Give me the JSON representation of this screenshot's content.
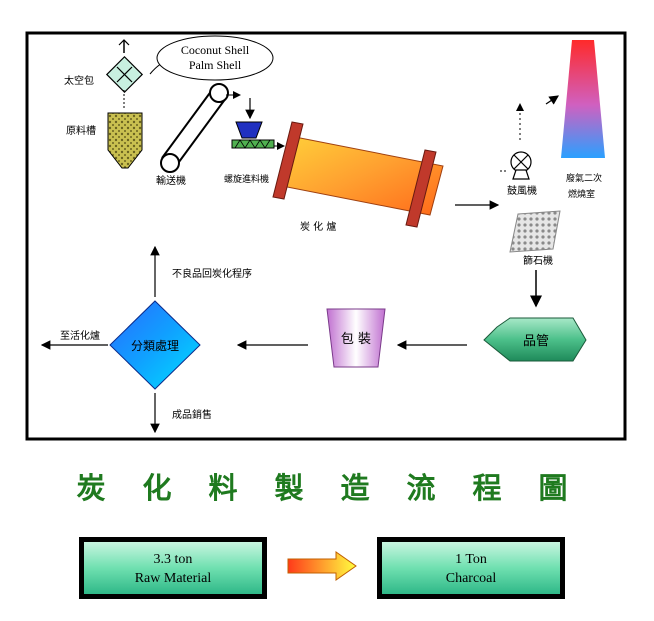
{
  "diagram": {
    "bubble": {
      "line1": "Coconut Shell",
      "line2": "Palm Shell"
    },
    "labels": {
      "bag": "太空包",
      "feed_hopper": "原料槽",
      "conveyor": "輸送機",
      "screw_feeder": "螺旋進料機",
      "kiln": "炭 化 爐",
      "fan": "鼓風機",
      "secondary_chamber_a": "廢氣二次",
      "secondary_chamber_b": "燃燒室",
      "crusher": "篩石機",
      "product_tank": "品管",
      "packaging": "包 裝",
      "sorting": "分類處理",
      "to_activation": "至活化爐",
      "recycle": "不良品回炭化程序",
      "sales": "成品銷售"
    }
  },
  "title": {
    "chars": [
      "炭",
      "化",
      "料",
      "製",
      "造",
      "流",
      "程",
      "圖"
    ],
    "color": "#1f7a1f"
  },
  "conversion": {
    "input": {
      "line1": "3.3 ton",
      "line2": "Raw Material"
    },
    "output": {
      "line1": "1 Ton",
      "line2": "Charcoal"
    }
  }
}
